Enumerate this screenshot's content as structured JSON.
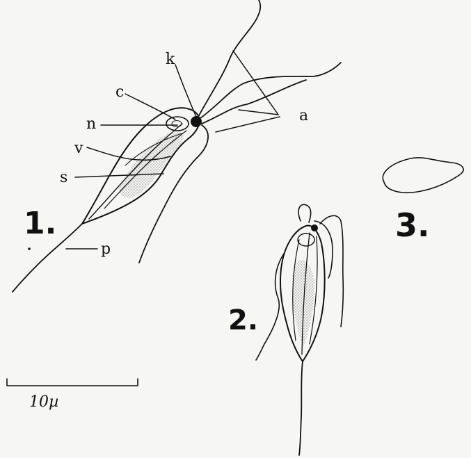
{
  "figure": {
    "labels": {
      "k": "k",
      "c": "c",
      "n": "n",
      "v": "v",
      "s": "s",
      "a": "a",
      "p": "p"
    },
    "figure_numbers": [
      "1.",
      "2.",
      "3."
    ],
    "scale_bar": {
      "label": "10µ"
    },
    "colors": {
      "ink": "#111111",
      "paper": "#f6f6f4"
    }
  }
}
